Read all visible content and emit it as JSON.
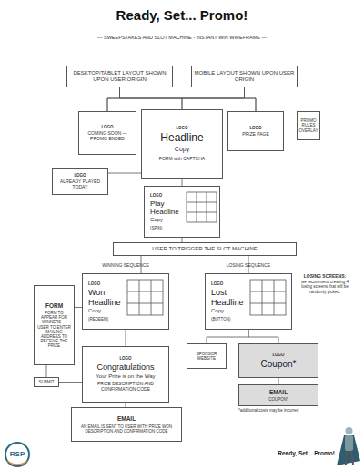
{
  "diagram": {
    "title": "Ready, Set... Promo!",
    "nodes": [
      {
        "text": [
          "DESKTOP/TABLET LAYOUT SHOWN UPON USER ORIGIN"
        ]
      },
      {
        "text": [
          "MOBILE LAYOUT SHOWN UPON USER ORIGIN"
        ]
      },
      {
        "text": [
          "LOGO",
          "COMING SOON — PROMO ENDED"
        ]
      },
      {
        "text": [
          "LOGO",
          "Headline",
          "Copy",
          "FORM with CAPTCHA"
        ]
      },
      {
        "text": [
          "LOGO",
          "PRIZE PAGE"
        ]
      },
      {
        "text": [
          "PROMO RULES OVERLAY"
        ]
      },
      {
        "text": [
          "LOGO",
          "ALREADY PLAYED TODAY"
        ]
      },
      {
        "text": [
          "LOGO",
          "Play Headline",
          "Copy",
          "(SPIN)"
        ]
      },
      {
        "text": [
          "USER TO TRIGGER THE SLOT MACHINE"
        ]
      },
      {
        "text": [
          "LOGO",
          "Won Headline",
          "Copy",
          "(REDEEM)"
        ]
      },
      {
        "text": [
          "LOGO",
          "Lost Headline",
          "Copy",
          "(BUTTON)"
        ]
      },
      {
        "text": [
          "FORM",
          "FORM TO APPEAR FOR WINNERS — USER TO ENTER MAILING ADDRESS TO RECEIVE THE PRIZE"
        ]
      },
      {
        "text": [
          "SUBMIT"
        ]
      },
      {
        "text": [
          "LOGO",
          "Congratulations",
          "Your Prize is on the Way",
          "PRIZE DESCRIPTION AND CONFIRMATION CODE"
        ]
      },
      {
        "text": [
          "EMAIL",
          "AN EMAIL IS SENT TO USER WITH PRIZE WON DESCRIPTION AND CONFIRMATION CODE"
        ]
      },
      {
        "text": [
          "SPONSOR WEBSITE"
        ]
      },
      {
        "text": [
          "LOGO",
          "Coupon*"
        ]
      },
      {
        "text": [
          "EMAIL",
          "COUPON*"
        ]
      }
    ],
    "edges": [
      {
        "from": 0,
        "to": 2,
        "arrow": "none"
      },
      {
        "from": 0,
        "to": 3,
        "arrow": "none"
      },
      {
        "from": 0,
        "to": 4,
        "arrow": "none"
      },
      {
        "from": 1,
        "to": 2,
        "arrow": "none"
      },
      {
        "from": 1,
        "to": 3,
        "arrow": "none"
      },
      {
        "from": 1,
        "to": 4,
        "arrow": "none"
      },
      {
        "from": 3,
        "to": 6,
        "arrow": "none"
      },
      {
        "from": 3,
        "to": 7,
        "arrow": "none"
      },
      {
        "from": 7,
        "to": 8,
        "arrow": "none"
      },
      {
        "from": 8,
        "to": 9,
        "arrow": "none"
      },
      {
        "from": 8,
        "to": 10,
        "arrow": "none"
      },
      {
        "from": 9,
        "to": 11,
        "arrow": "none"
      },
      {
        "from": 9,
        "to": 13,
        "arrow": "none"
      },
      {
        "from": 11,
        "to": 12,
        "arrow": "none"
      },
      {
        "from": 12,
        "to": 13,
        "arrow": "none"
      },
      {
        "from": 13,
        "to": 14,
        "arrow": "none"
      },
      {
        "from": 10,
        "to": 15,
        "arrow": "none"
      },
      {
        "from": 10,
        "to": 16,
        "arrow": "none"
      },
      {
        "from": 16,
        "to": 17,
        "arrow": "none"
      }
    ],
    "labels": [
      "— SWEEPSTAKES AND SLOT MACHINE - INSTANT WIN WIREFRAME —",
      "WINNING SEQUENCE",
      "LOSING SEQUENCE",
      "LOSING SCREENS:",
      "we recommend creating 4 losing screens that will be randomly picked.",
      "*additional costs may be incurred",
      "RSP",
      "Ready, Set... Promo!"
    ]
  }
}
